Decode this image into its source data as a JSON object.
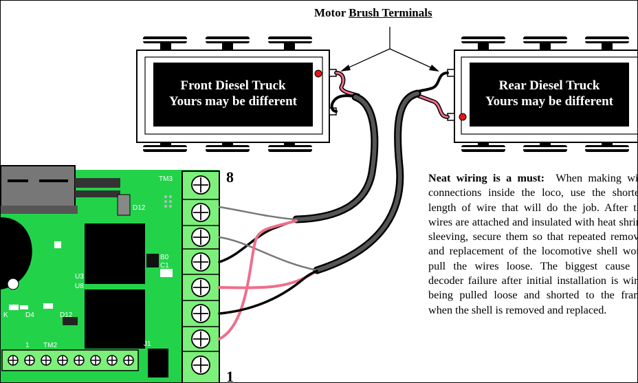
{
  "title": {
    "prefix": "Motor ",
    "underlined": "Brush Terminals"
  },
  "front_truck": {
    "line1": "Front Diesel Truck",
    "line2": "Yours may be different"
  },
  "rear_truck": {
    "line1": "Rear Diesel Truck",
    "line2": "Yours may be different"
  },
  "board": {
    "top_pin": "8",
    "bottom_pin": "1",
    "silkscreen": {
      "tm3": "TM3",
      "d12": "D12",
      "u3": "U3",
      "u8": "U8",
      "d4": "D4",
      "d12b": "D12",
      "tm2": "TM2",
      "tm2_one": "1",
      "k": "K",
      "j1": "J1",
      "b0": "B0",
      "c1": "C1"
    }
  },
  "note": {
    "lead": "Neat wiring is a must:",
    "body": "When making wire connections inside the loco, use the shortest length of wire that will do the job. After the wires are attached and insulated with heat shrink sleeving, secure them so that repeated removal and replacement of the locomotive shell won't pull the wires loose. The biggest cause of decoder failure after initial installation is wires being pulled loose and shorted to the frame when the shell is removed and replaced."
  },
  "colors": {
    "pcb_green": "#22d34a",
    "terminal_green": "#7cf07a",
    "wire_pink": "#ef6e8c",
    "wire_gray": "#777777",
    "wire_black": "#000000"
  }
}
